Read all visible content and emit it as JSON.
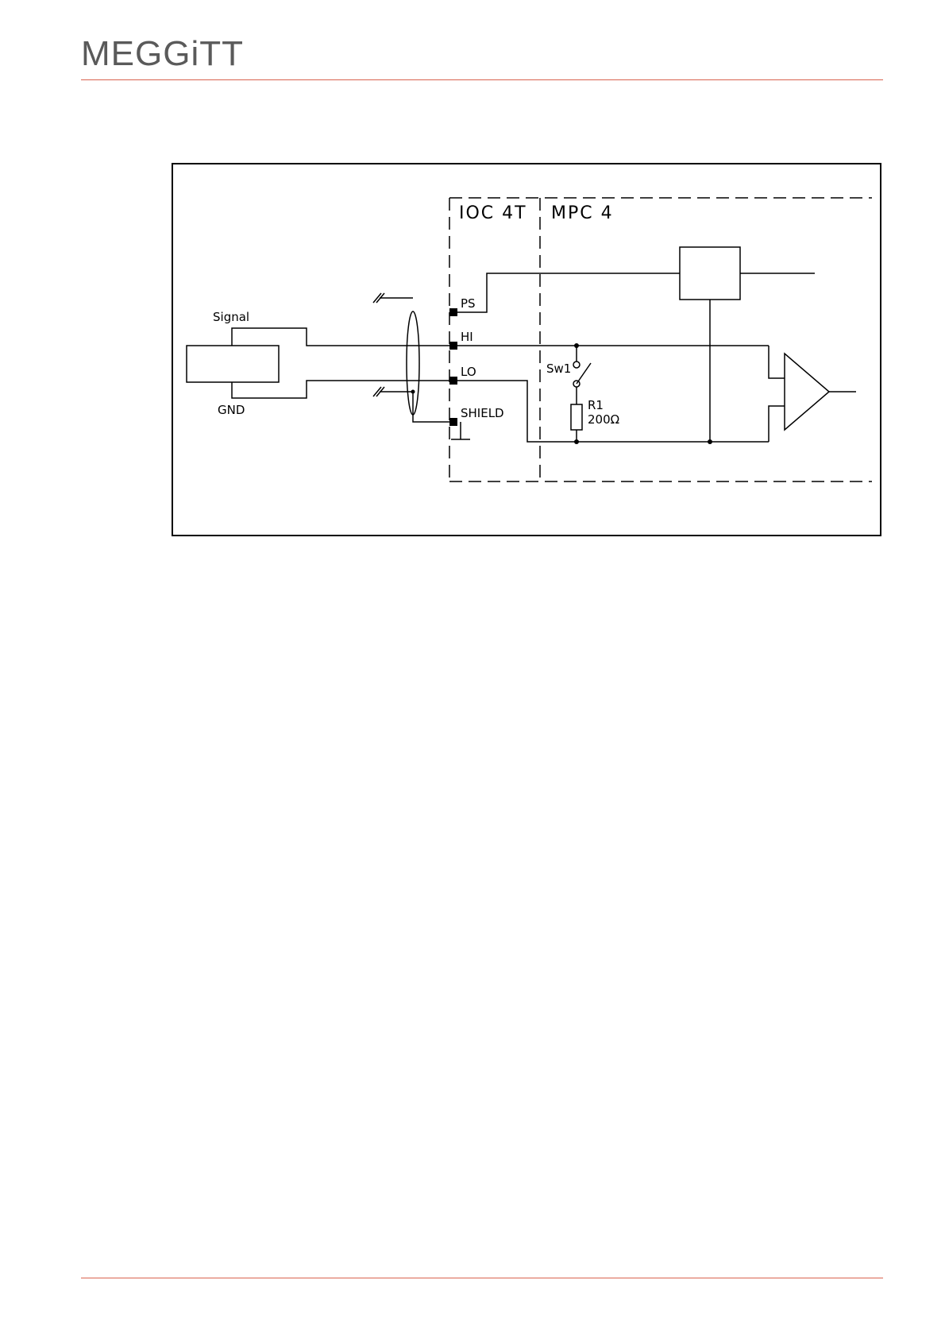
{
  "header": {
    "logo_text": "MEGGiTT"
  },
  "diagram": {
    "module_ioc": "IOC 4T",
    "module_mpc": "MPC 4",
    "pins": {
      "ps": "PS",
      "hi": "HI",
      "lo": "LO",
      "shield": "SHIELD"
    },
    "source": {
      "signal": "Signal",
      "gnd": "GND"
    },
    "switch": "Sw1",
    "resistor": {
      "name": "R1",
      "value": "200Ω"
    }
  }
}
